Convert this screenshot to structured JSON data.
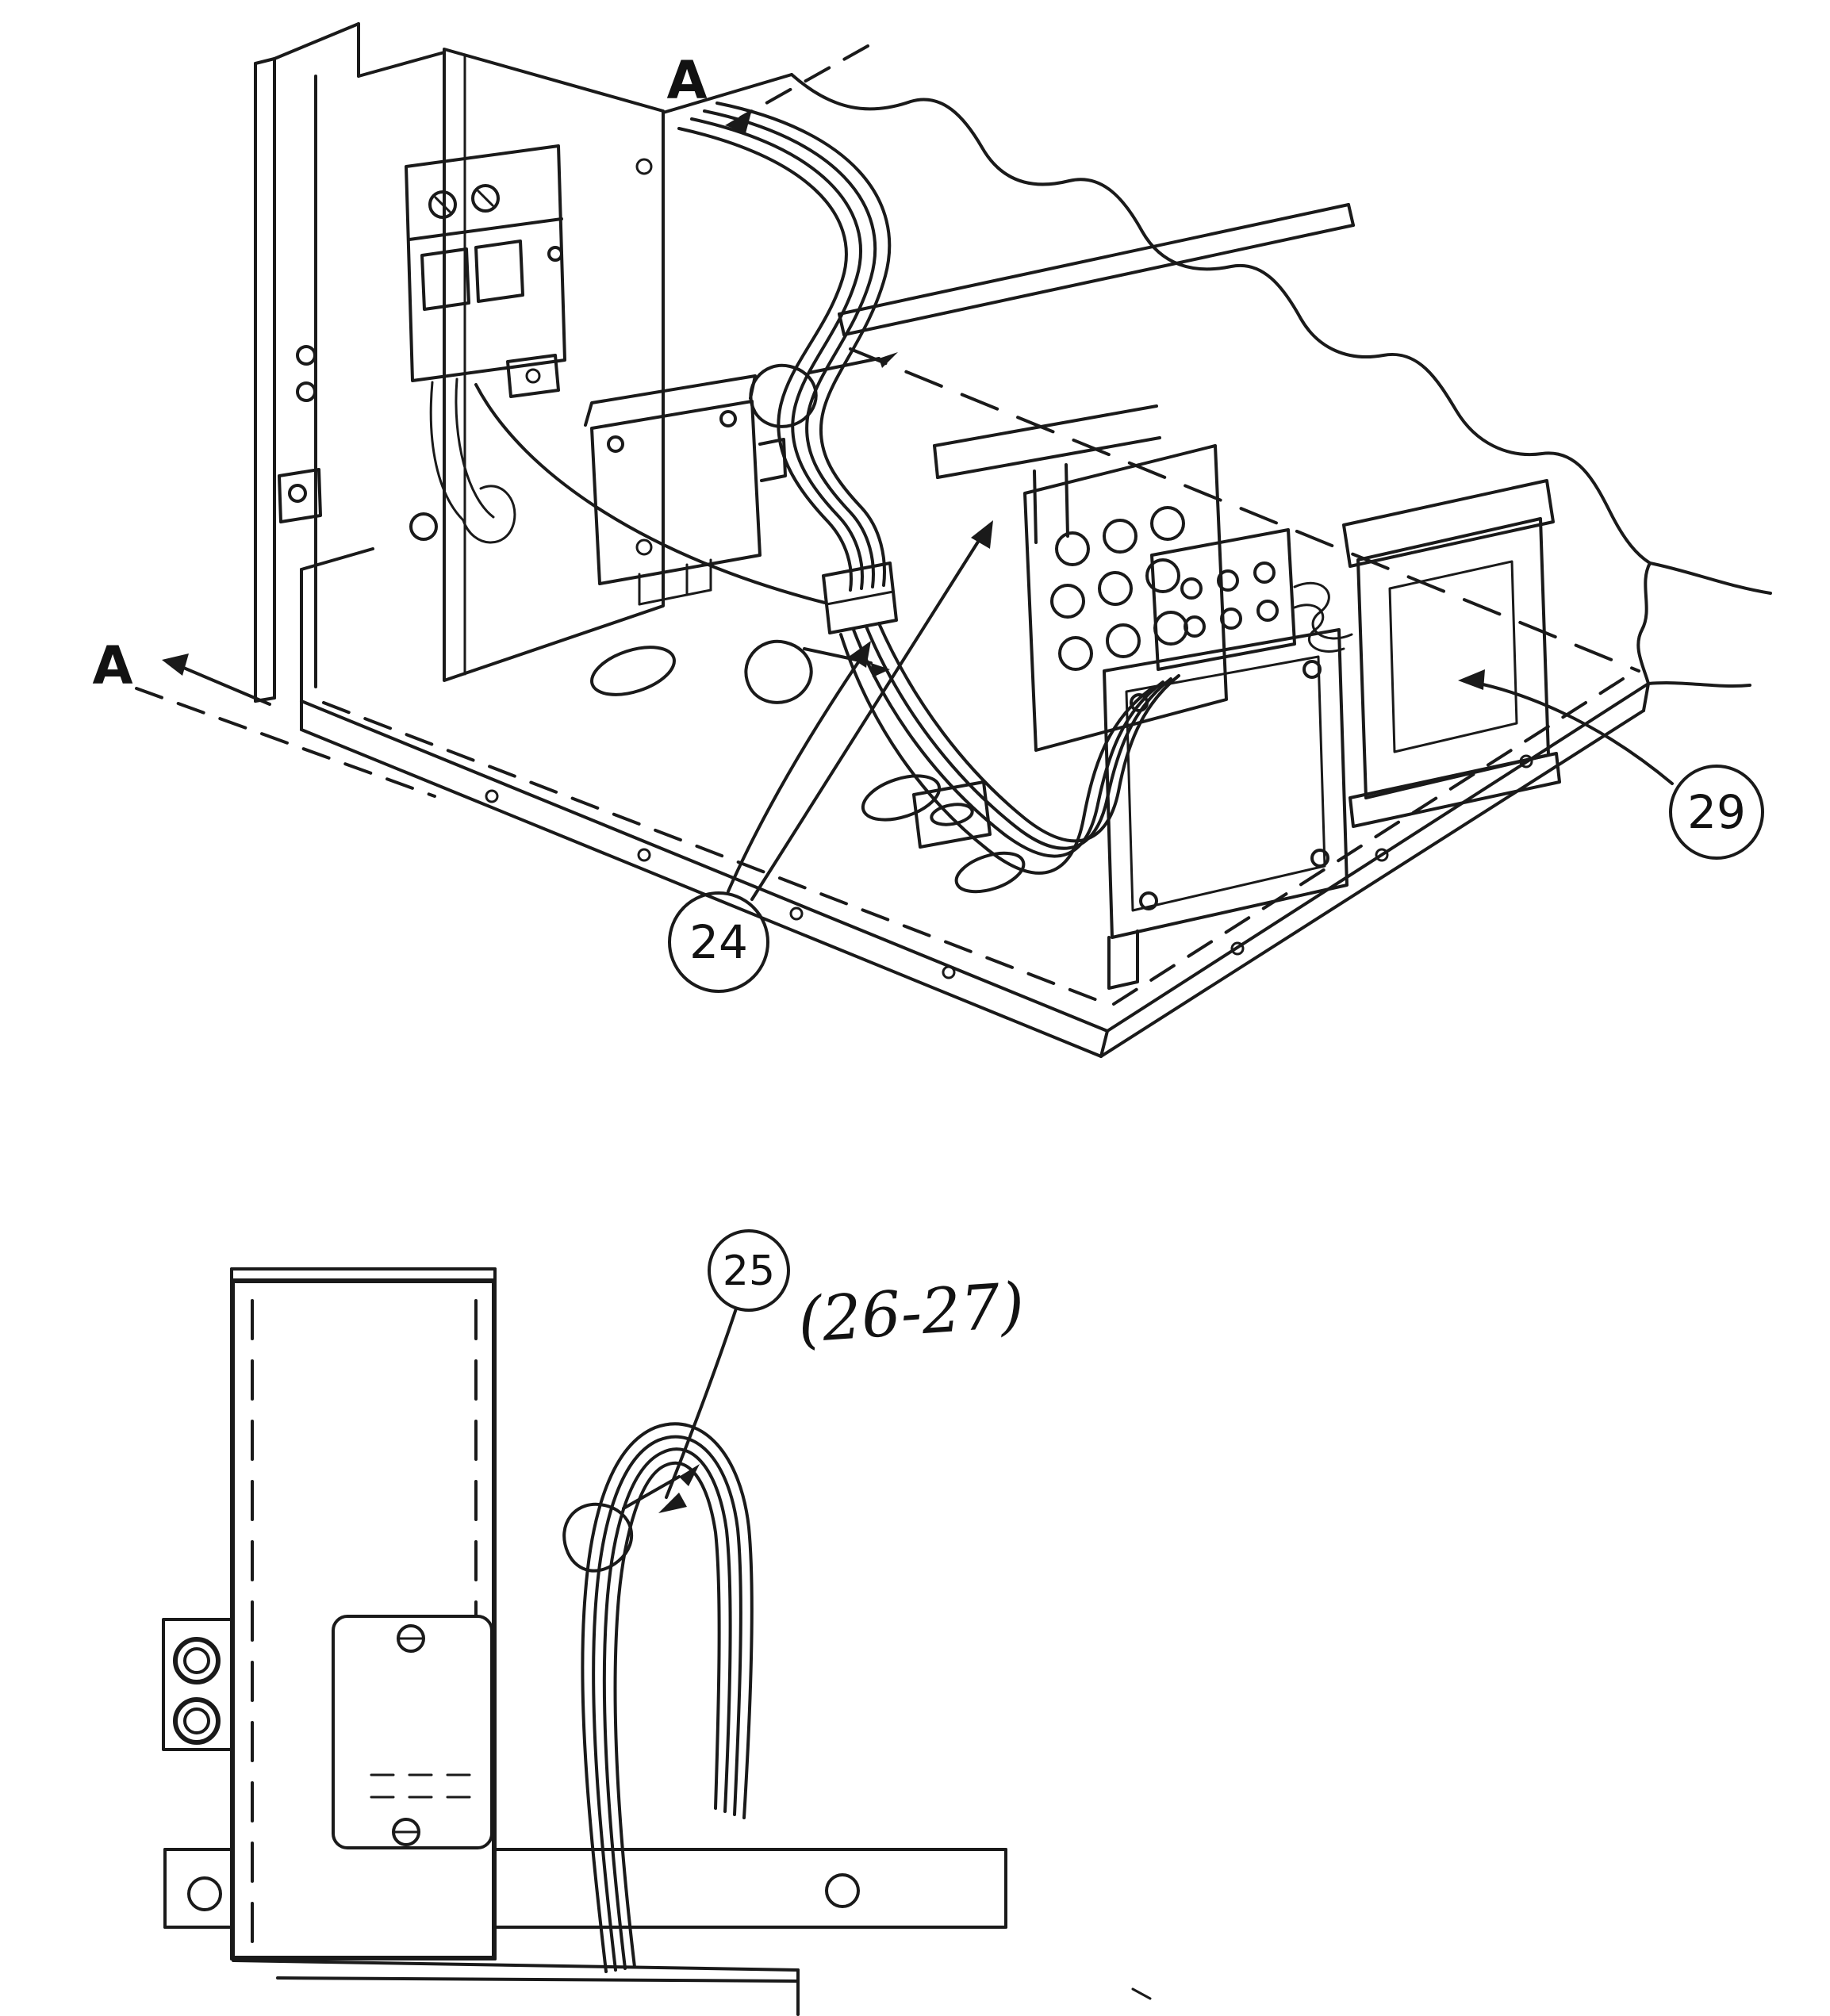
{
  "diagram": {
    "section_labels": {
      "top": "A",
      "left": "A"
    },
    "callouts": {
      "item24": "24",
      "item25": "25",
      "item29": "29",
      "range26_27": "(26-27)"
    },
    "colors": {
      "ink": "#1a1a1a",
      "paper": "#ffffff"
    }
  }
}
